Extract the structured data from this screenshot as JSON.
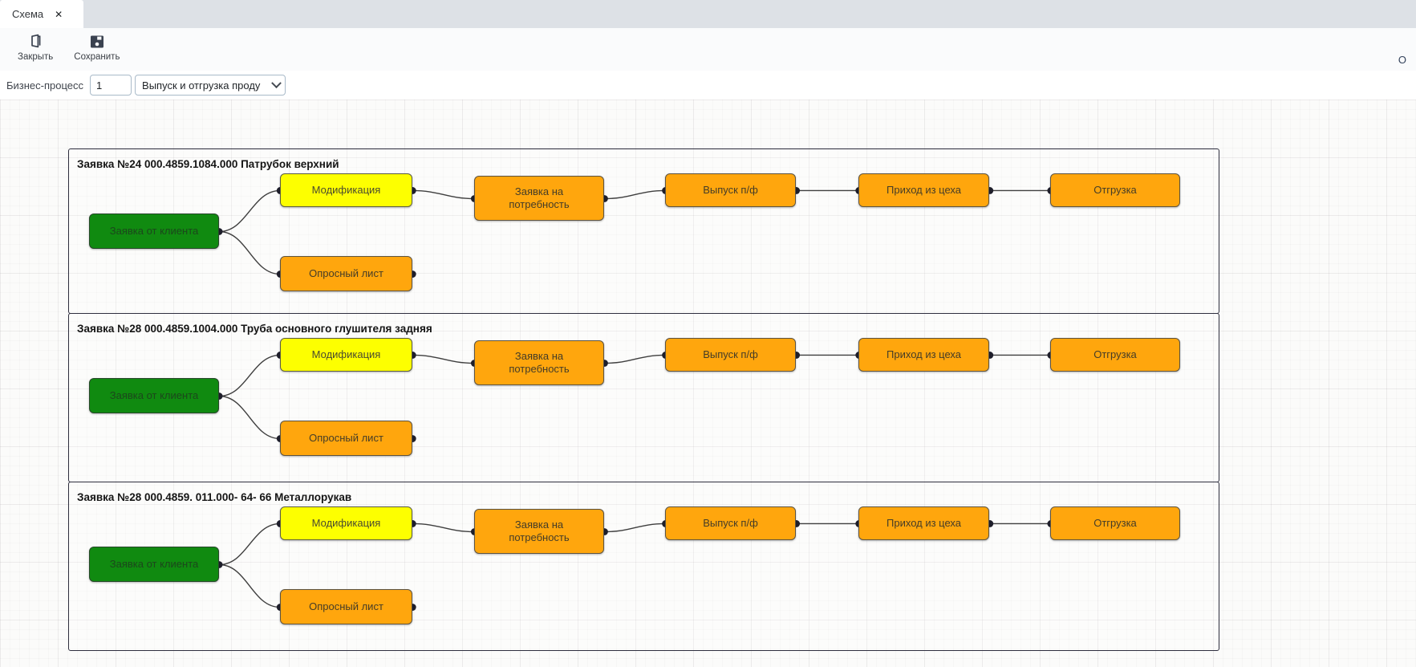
{
  "tab": {
    "title": "Схема",
    "close": "✕"
  },
  "toolbar": {
    "close_label": "Закрыть",
    "save_label": "Сохранить",
    "right_text": "O"
  },
  "process_bar": {
    "label": "Бизнес-процесс",
    "number": "1",
    "process": "Выпуск и отгрузка проду"
  },
  "colors": {
    "node_green": "#108a10",
    "node_yellow": "#fdff00",
    "node_orange": "#ffa60d",
    "group_border": "#2e2e3e",
    "tabbar_bg": "#dde1e6"
  },
  "diagram": {
    "groups": [
      {
        "title": "Заявка №24 000.4859.1084.000 Патрубок верхний"
      },
      {
        "title": "Заявка №28 000.4859.1004.000 Труба основного глушителя задняя"
      },
      {
        "title": "Заявка №28 000.4859. 011.000- 64- 66 Металлорукав"
      }
    ],
    "node_labels": {
      "client_request": "Заявка от клиента",
      "modification": "Модификация",
      "questionnaire": "Опросный лист",
      "demand_request": "Заявка на потребность",
      "semi_finished_release": "Выпуск п/ф",
      "workshop_receipt": "Приход из цеха",
      "shipment": "Отгрузка"
    },
    "edges": [
      [
        "client_request",
        "modification"
      ],
      [
        "client_request",
        "questionnaire"
      ],
      [
        "modification",
        "demand_request"
      ],
      [
        "demand_request",
        "semi_finished_release"
      ],
      [
        "semi_finished_release",
        "workshop_receipt"
      ],
      [
        "workshop_receipt",
        "shipment"
      ]
    ]
  }
}
